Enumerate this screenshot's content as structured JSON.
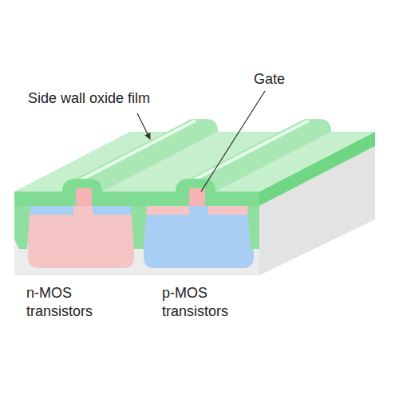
{
  "diagram": {
    "labels": [
      "Side wall oxide film",
      "Gate",
      "n-MOS transistors",
      "p-MOS transistors"
    ]
  }
}
